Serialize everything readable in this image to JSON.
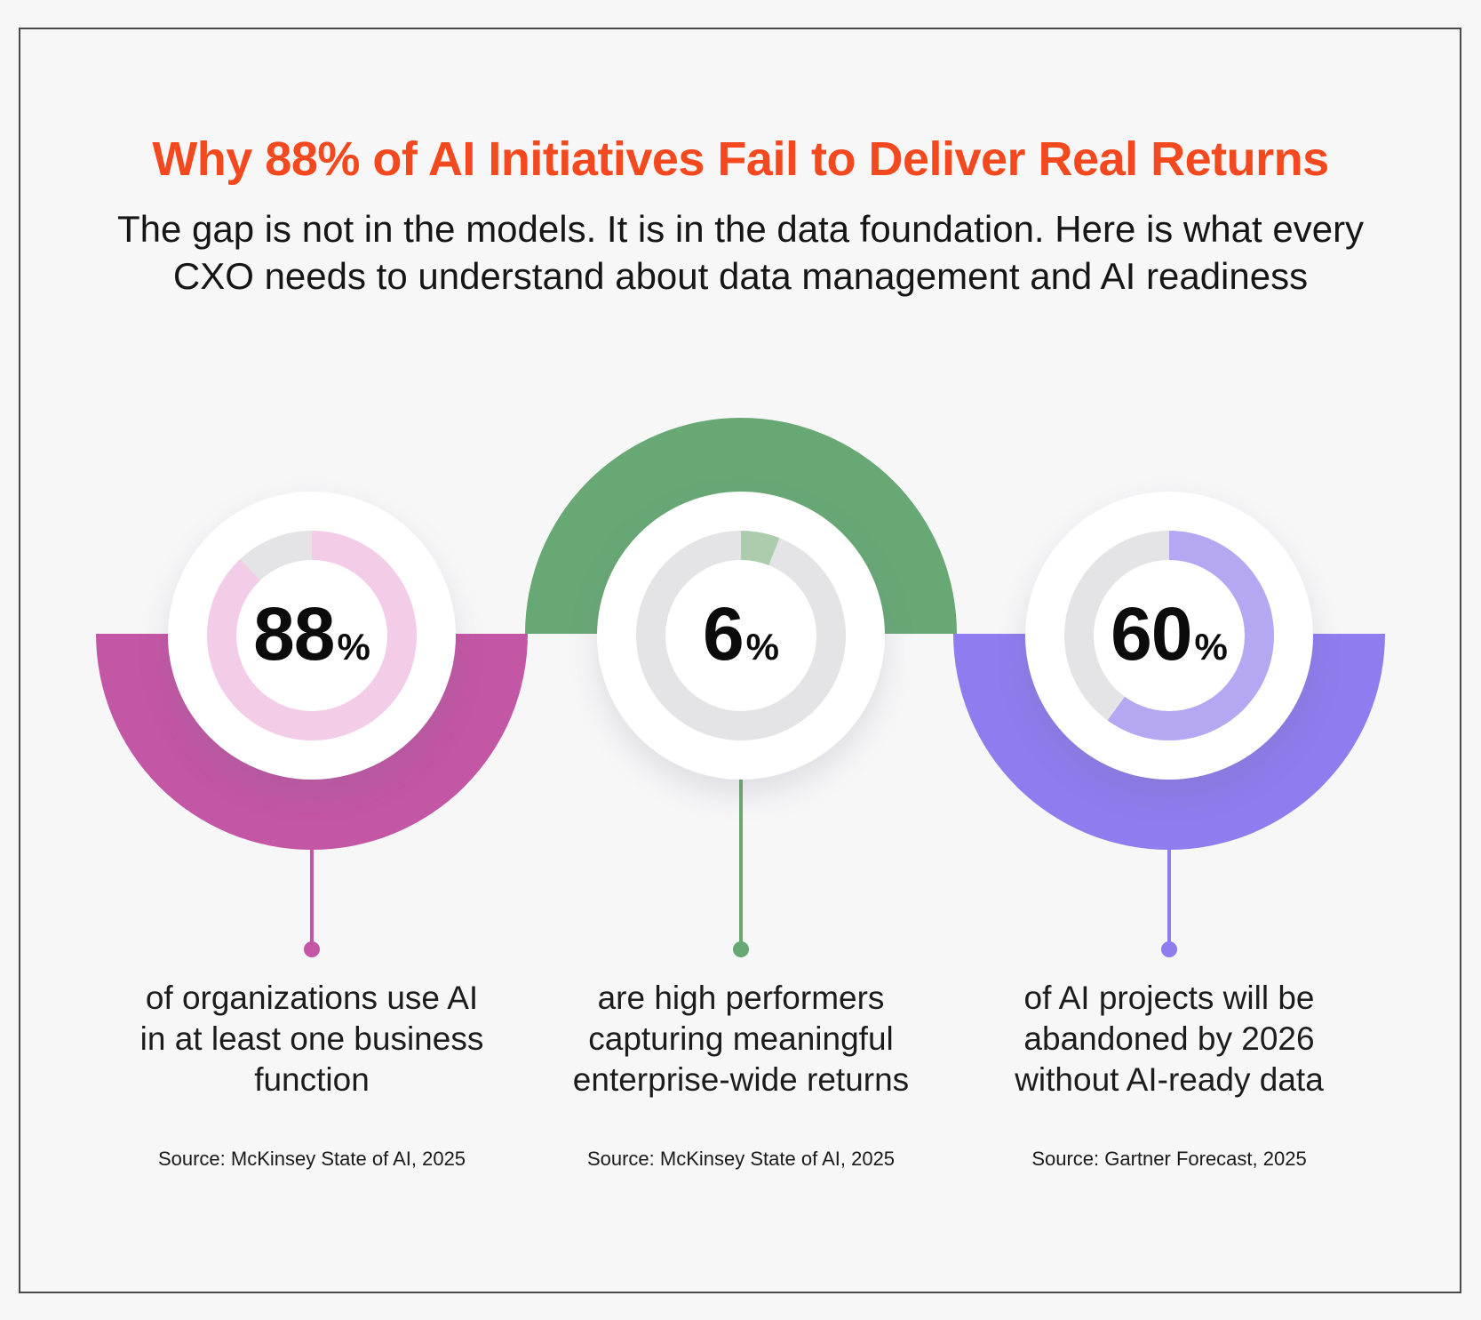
{
  "page": {
    "background_color": "#F7F7F8",
    "frame_border_color": "#4A4A4A"
  },
  "header": {
    "title": "Why 88% of AI Initiatives Fail to Deliver Real Returns",
    "title_color": "#F4481F",
    "subtitle_lines": [
      "The gap is not in the models. It is in the data foundation. Here is what every",
      "CXO needs to understand about data management and AI readiness"
    ]
  },
  "chart_data": {
    "type": "pie",
    "subtype": "donut-progress-stats",
    "title": "Why 88% of AI Initiatives Fail to Deliver Real Returns",
    "subtitle": "The gap is not in the models. It is in the data foundation. Here is what every CXO needs to understand about data management and AI readiness",
    "legend_position": "none",
    "series": [
      {
        "value": 88,
        "unit": "%",
        "label": "of organizations use AI in at least one business function",
        "label_lines": [
          "of organizations use AI",
          "in at least one business",
          "function"
        ],
        "source": "Source: McKinsey State of AI, 2025",
        "accent_color": "#C356A5",
        "ring_color": "#F3CCE8",
        "track_color": "#E4E4E6",
        "semicircle_orientation": "bottom"
      },
      {
        "value": 6,
        "unit": "%",
        "label": "are high performers capturing meaningful enterprise-wide returns",
        "label_lines": [
          "are high performers",
          "capturing meaningful",
          "enterprise-wide returns"
        ],
        "source": "Source: McKinsey State of AI, 2025",
        "accent_color": "#68A875",
        "ring_color": "#ABCDAD",
        "track_color": "#E4E4E6",
        "semicircle_orientation": "top"
      },
      {
        "value": 60,
        "unit": "%",
        "label": "of AI projects will be abandoned by 2026 without AI-ready data",
        "label_lines": [
          "of AI projects will be",
          "abandoned by 2026",
          "without AI-ready data"
        ],
        "source": "Source: Gartner Forecast, 2025",
        "accent_color": "#8F7CEE",
        "ring_color": "#B5A7F1",
        "track_color": "#E4E4E6",
        "semicircle_orientation": "bottom"
      }
    ]
  }
}
